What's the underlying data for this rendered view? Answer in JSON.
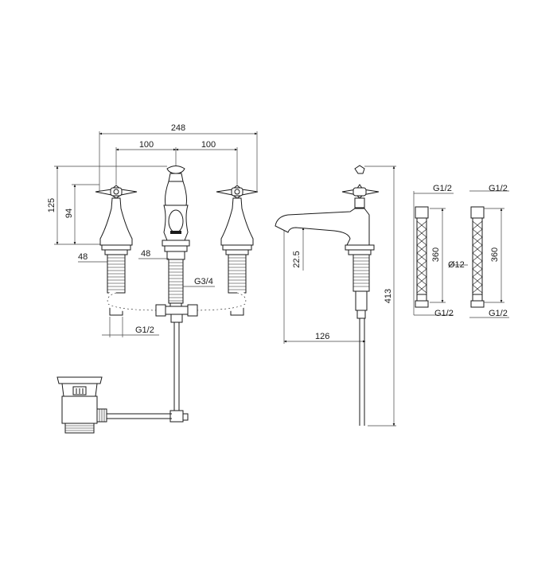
{
  "front_view": {
    "overall_width": "248",
    "centre_left": "100",
    "centre_right": "100",
    "height_overall": "125",
    "height_handle": "94",
    "left_shank": "48",
    "centre_shank": "48",
    "spout_thread": "G3/4",
    "tail_thread": "G1/2"
  },
  "side_view": {
    "height": "413",
    "projection": "126",
    "deck_offset": "22.5"
  },
  "hoses": {
    "hose_a_top": "G1/2",
    "hose_a_bottom": "G1/2",
    "hose_a_length": "360",
    "hose_a_diameter": "Ø12",
    "hose_b_top": "G1/2",
    "hose_b_bottom": "G1/2",
    "hose_b_length": "360"
  },
  "colors": {
    "line": "#1a1a1a",
    "background": "#ffffff"
  }
}
